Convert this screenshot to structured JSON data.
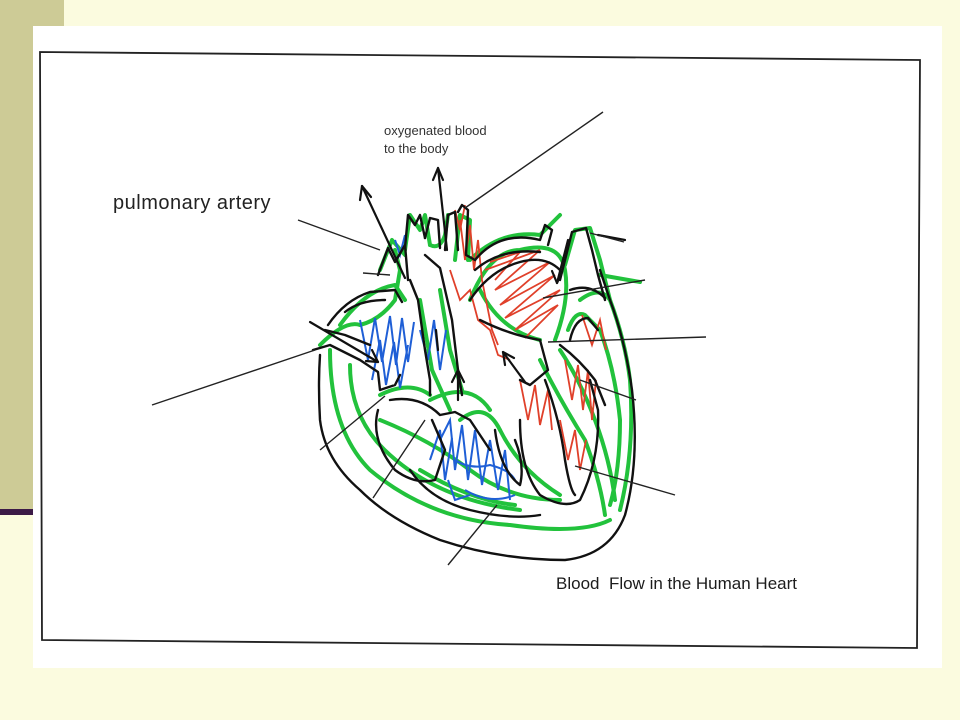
{
  "labels": {
    "oxygenated_line1": "oxygenated blood",
    "oxygenated_line2": "to the body",
    "pulmonary_artery": "pulmonary artery",
    "title_word1": "Blood",
    "title_word2": "Flow",
    "title_rest": "in the Human Heart"
  },
  "colors": {
    "slide_background": "#fbfbdf",
    "side_bar": "#cdcb96",
    "side_underline": "#3c1a46",
    "outline": "#111111",
    "vessel_green": "#22c23c",
    "deoxygenated_blue": "#1f5fd6",
    "oxygenated_red": "#e0402a"
  }
}
